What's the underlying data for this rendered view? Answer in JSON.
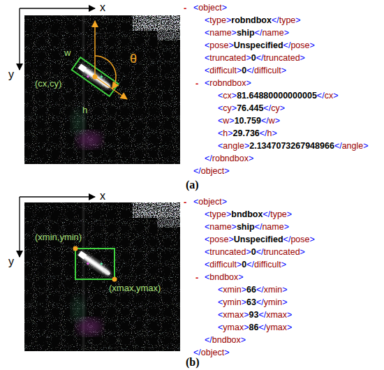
{
  "diagram": {
    "labels": [
      "x",
      "y",
      "w",
      "(cx,cy)",
      "h",
      "θ",
      "-",
      "<object>",
      "<type>robndbox</type>",
      "<name>ship</name>",
      "<pose>Unspecified</pose>",
      "<truncated>0</truncated>",
      "<difficult>0</difficult>",
      "-",
      "<robndbox>",
      "<cx>81.64880000000005</cx>",
      "<cy>76.445</cy>",
      "<w>10.759</w>",
      "<h>29.736</h>",
      "<angle>2.1347073267948966</angle>",
      "</robndbox>",
      "</object>",
      "(a)",
      "x",
      "y",
      "(xmin,ymin)",
      "(xmax,ymax)",
      "-",
      "<object>",
      "<type>bndbox</type>",
      "<name>ship</name>",
      "<pose>Unspecified</pose>",
      "<truncated>0</truncated>",
      "<difficult>0</difficult>",
      "-",
      "<bndbox>",
      "<xmin>66</xmin>",
      "<ymin>63</ymin>",
      "<xmax>93</xmax>",
      "<ymax>86</ymax>",
      "</bndbox>",
      "</object>",
      "(b)"
    ]
  }
}
